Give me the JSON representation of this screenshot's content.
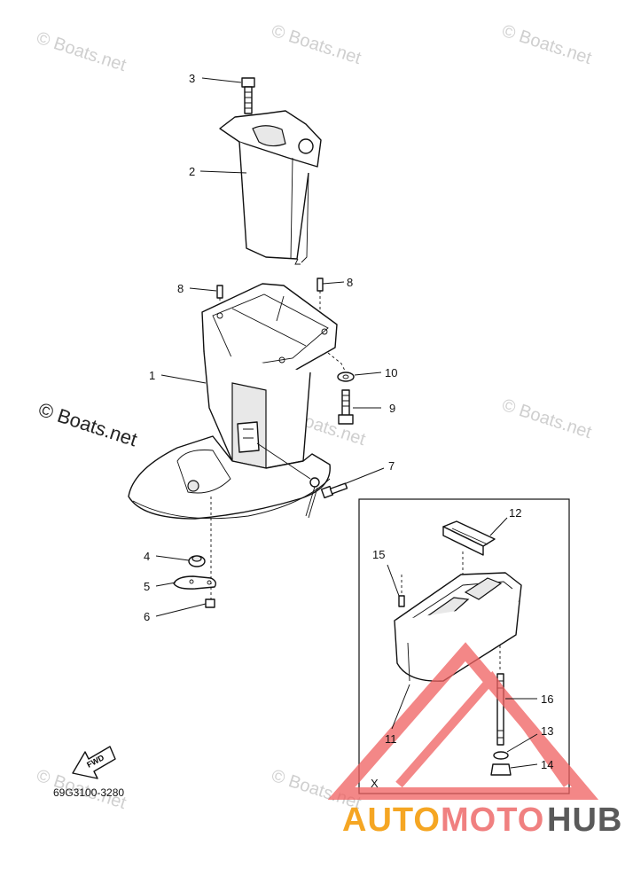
{
  "callouts": {
    "c1": "1",
    "c2": "2",
    "c3": "3",
    "c4": "4",
    "c5": "5",
    "c6": "6",
    "c7": "7",
    "c8a": "8",
    "c8b": "8",
    "c9": "9",
    "c10": "10",
    "c11": "11",
    "c12": "12",
    "c13": "13",
    "c14": "14",
    "c15": "15",
    "c16": "16"
  },
  "inset_label": "X",
  "fwd_label": "FWD",
  "part_code": "69G3100-3280",
  "watermarks": {
    "small": "© Boats.net",
    "large": "© Boats.net"
  },
  "brand": {
    "part1": "AUTO",
    "part2": "MOTO",
    "part3": "HUB",
    "colors": {
      "part1": "#f5a623",
      "part2": "#f08080",
      "part3": "#5a5a5a",
      "logo": "#f06060"
    }
  }
}
